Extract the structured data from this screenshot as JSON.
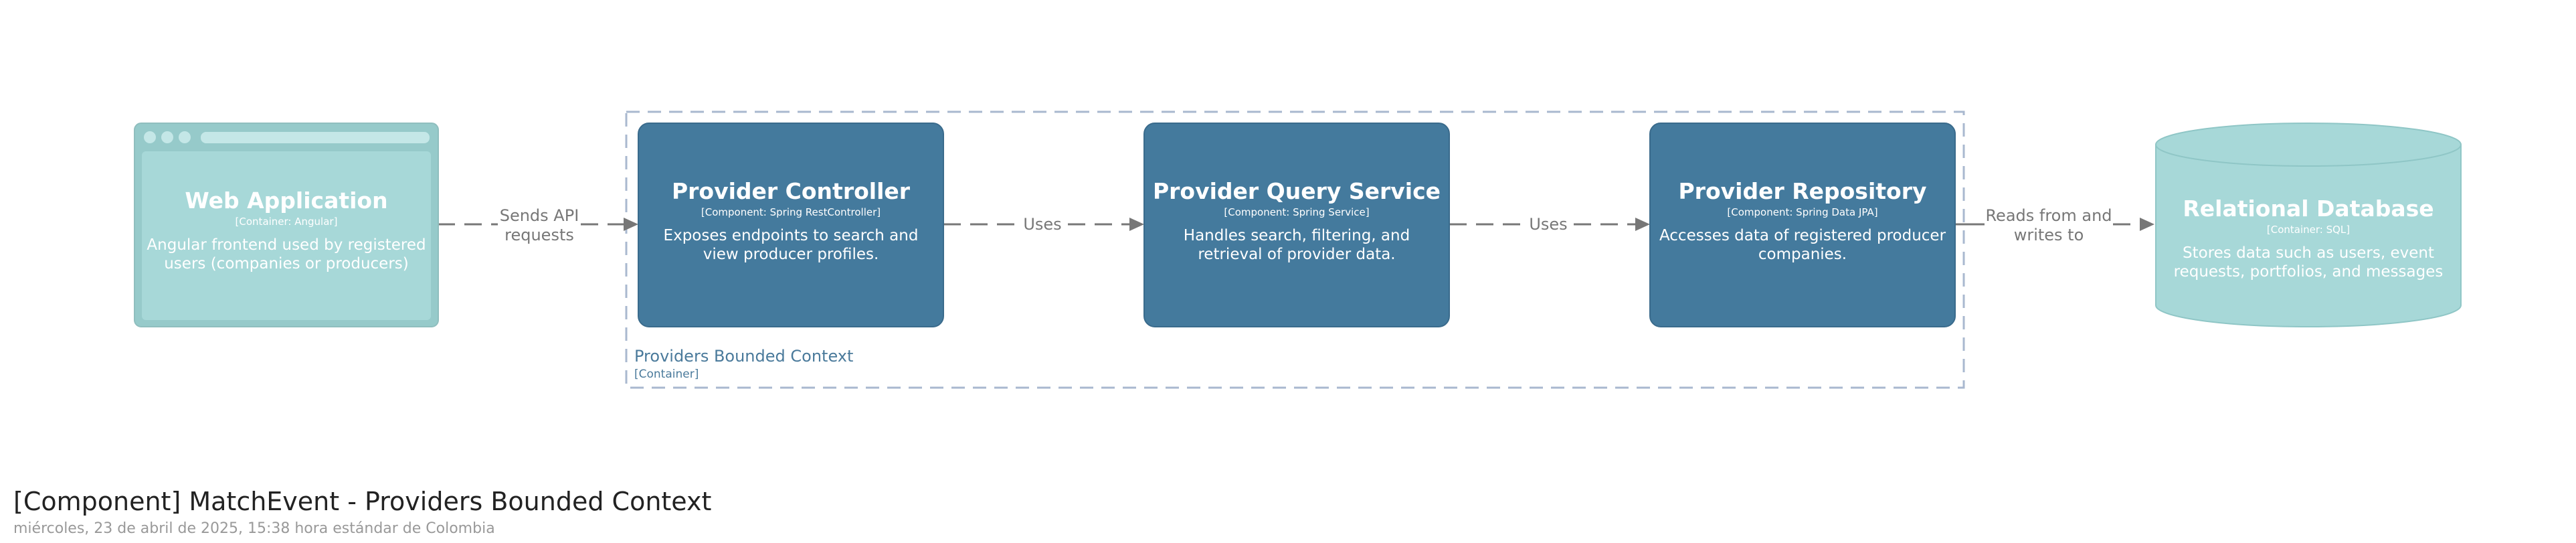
{
  "nodes": {
    "web_app": {
      "title": "Web Application",
      "tech": "[Container: Angular]",
      "description": "Angular frontend used by registered users (companies or producers)"
    },
    "controller": {
      "title": "Provider Controller",
      "tech": "[Component: Spring RestController]",
      "description": "Exposes endpoints to search and view producer profiles."
    },
    "query_service": {
      "title": "Provider Query Service",
      "tech": "[Component: Spring Service]",
      "description": "Handles search, filtering, and retrieval of provider data."
    },
    "repository": {
      "title": "Provider Repository",
      "tech": "[Component: Spring Data JPA]",
      "description": "Accesses data of registered producer companies."
    },
    "database": {
      "title": "Relational Database",
      "tech": "[Container: SQL]",
      "description": "Stores data such as users, event requests, portfolios, and messages"
    }
  },
  "edges": {
    "web_to_controller": "Sends API requests",
    "controller_to_service": "Uses",
    "service_to_repository": "Uses",
    "repository_to_database": "Reads from and writes to"
  },
  "boundary": {
    "title": "Providers Bounded Context",
    "tech": "[Container]"
  },
  "footer": {
    "title": "[Component] MatchEvent - Providers Bounded Context",
    "date": "miércoles, 23 de abril de 2025, 15:38 hora estándar de Colombia"
  },
  "colors": {
    "component": "#447a9d",
    "container": "#a7d8d8",
    "container_border": "#8fc6c6",
    "edge": "#777777",
    "boundary": "#a9b8cf"
  }
}
